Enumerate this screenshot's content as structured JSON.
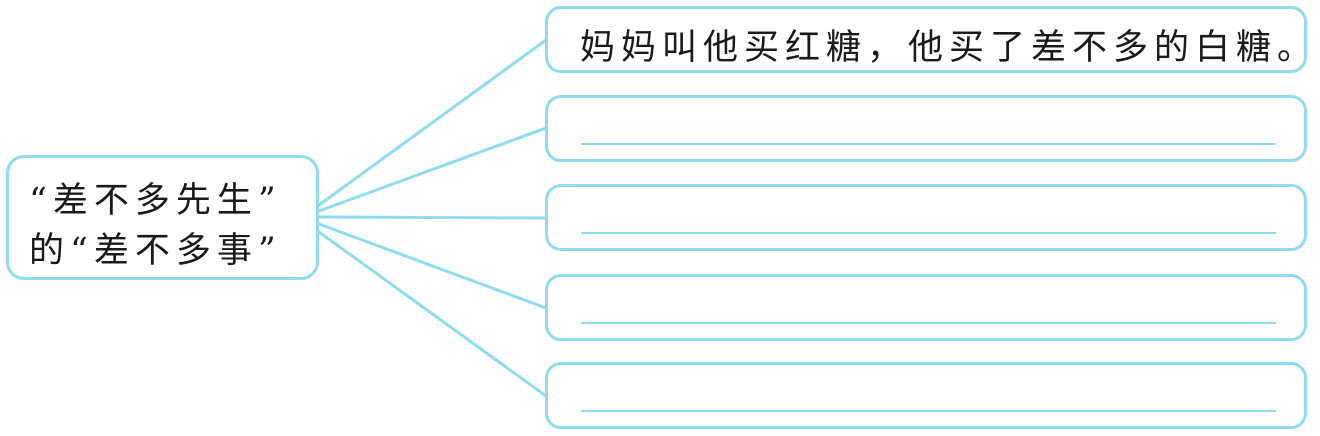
{
  "center_node": {
    "line1": "“差不多先生”",
    "line2": "的“差不多事”"
  },
  "branches": [
    {
      "text": "妈妈叫他买红糖，他买了差不多的白糖。",
      "blank": false
    },
    {
      "text": "",
      "blank": true
    },
    {
      "text": "",
      "blank": true
    },
    {
      "text": "",
      "blank": true
    },
    {
      "text": "",
      "blank": true
    }
  ],
  "colors": {
    "border": "#8fdcf0",
    "text": "#1a1a1a"
  }
}
